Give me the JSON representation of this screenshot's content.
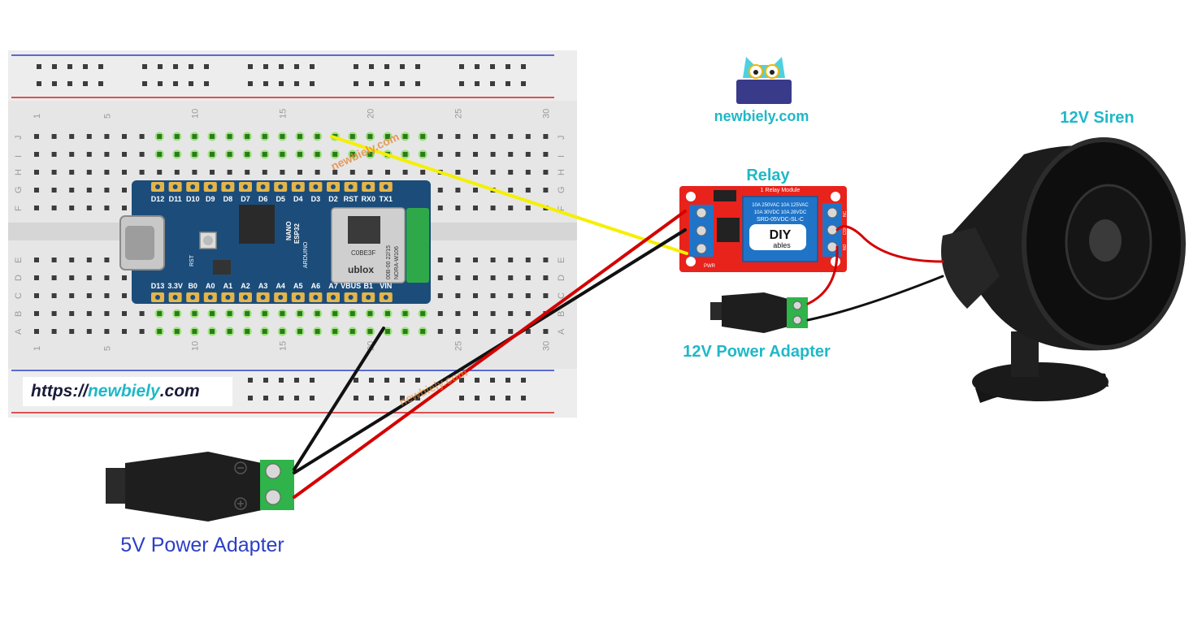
{
  "brand": {
    "logo_text": "newbiely.com",
    "watermark": "newbiely.com"
  },
  "url_badge": {
    "prefix": "https://",
    "domain": "newbiely",
    "suffix": ".com"
  },
  "labels": {
    "relay": "Relay",
    "siren": "12V Siren",
    "adapter_12v": "12V Power Adapter",
    "adapter_5v": "5V Power Adapter"
  },
  "breadboard": {
    "column_numbers": [
      "1",
      "5",
      "10",
      "15",
      "20",
      "25",
      "30"
    ],
    "row_letters_top": [
      "J",
      "I",
      "H",
      "G",
      "F"
    ],
    "row_letters_bottom": [
      "E",
      "D",
      "C",
      "B",
      "A"
    ]
  },
  "arduino": {
    "top_pins": [
      "D12",
      "D11",
      "D10",
      "D9",
      "D8",
      "D7",
      "D6",
      "D5",
      "D4",
      "D3",
      "D2",
      "RST",
      "RX0",
      "TX1"
    ],
    "bottom_pins": [
      "D13",
      "3.3V",
      "B0",
      "A0",
      "A1",
      "A2",
      "A3",
      "A4",
      "A5",
      "A6",
      "A7",
      "VBUS",
      "B1",
      "VIN"
    ],
    "board_text": [
      "NANO",
      "ESP32",
      "ARDUINO"
    ],
    "module_text": [
      "C0BE3F",
      "00B-00 22/15",
      "NORA-W106"
    ],
    "module_brand": "ublox",
    "reset_label": "RST"
  },
  "relay_module": {
    "title": "1 Relay Module",
    "subtitle": "high/low level trigger",
    "spec_lines": [
      "10A 250VAC 10A 125VAC",
      "10A 30VDC 10A 28VDC",
      "SRD-05VDC-SL-C"
    ],
    "brand": "DIY",
    "brand_sub": "ables",
    "pwr_label": "PWR",
    "terminal_labels": [
      "NC",
      "COM",
      "NO"
    ]
  },
  "colors": {
    "accent_teal": "#1fb8c8",
    "label_blue": "#2b3fc4",
    "wire_yellow": "#f4f000",
    "wire_red": "#d40000",
    "wire_black": "#111111",
    "relay_board": "#e8231c",
    "relay_body": "#1f74c8",
    "arduino_board": "#1c4d7a",
    "terminal_green": "#2fb34a",
    "breadboard": "#e6e6e6"
  }
}
